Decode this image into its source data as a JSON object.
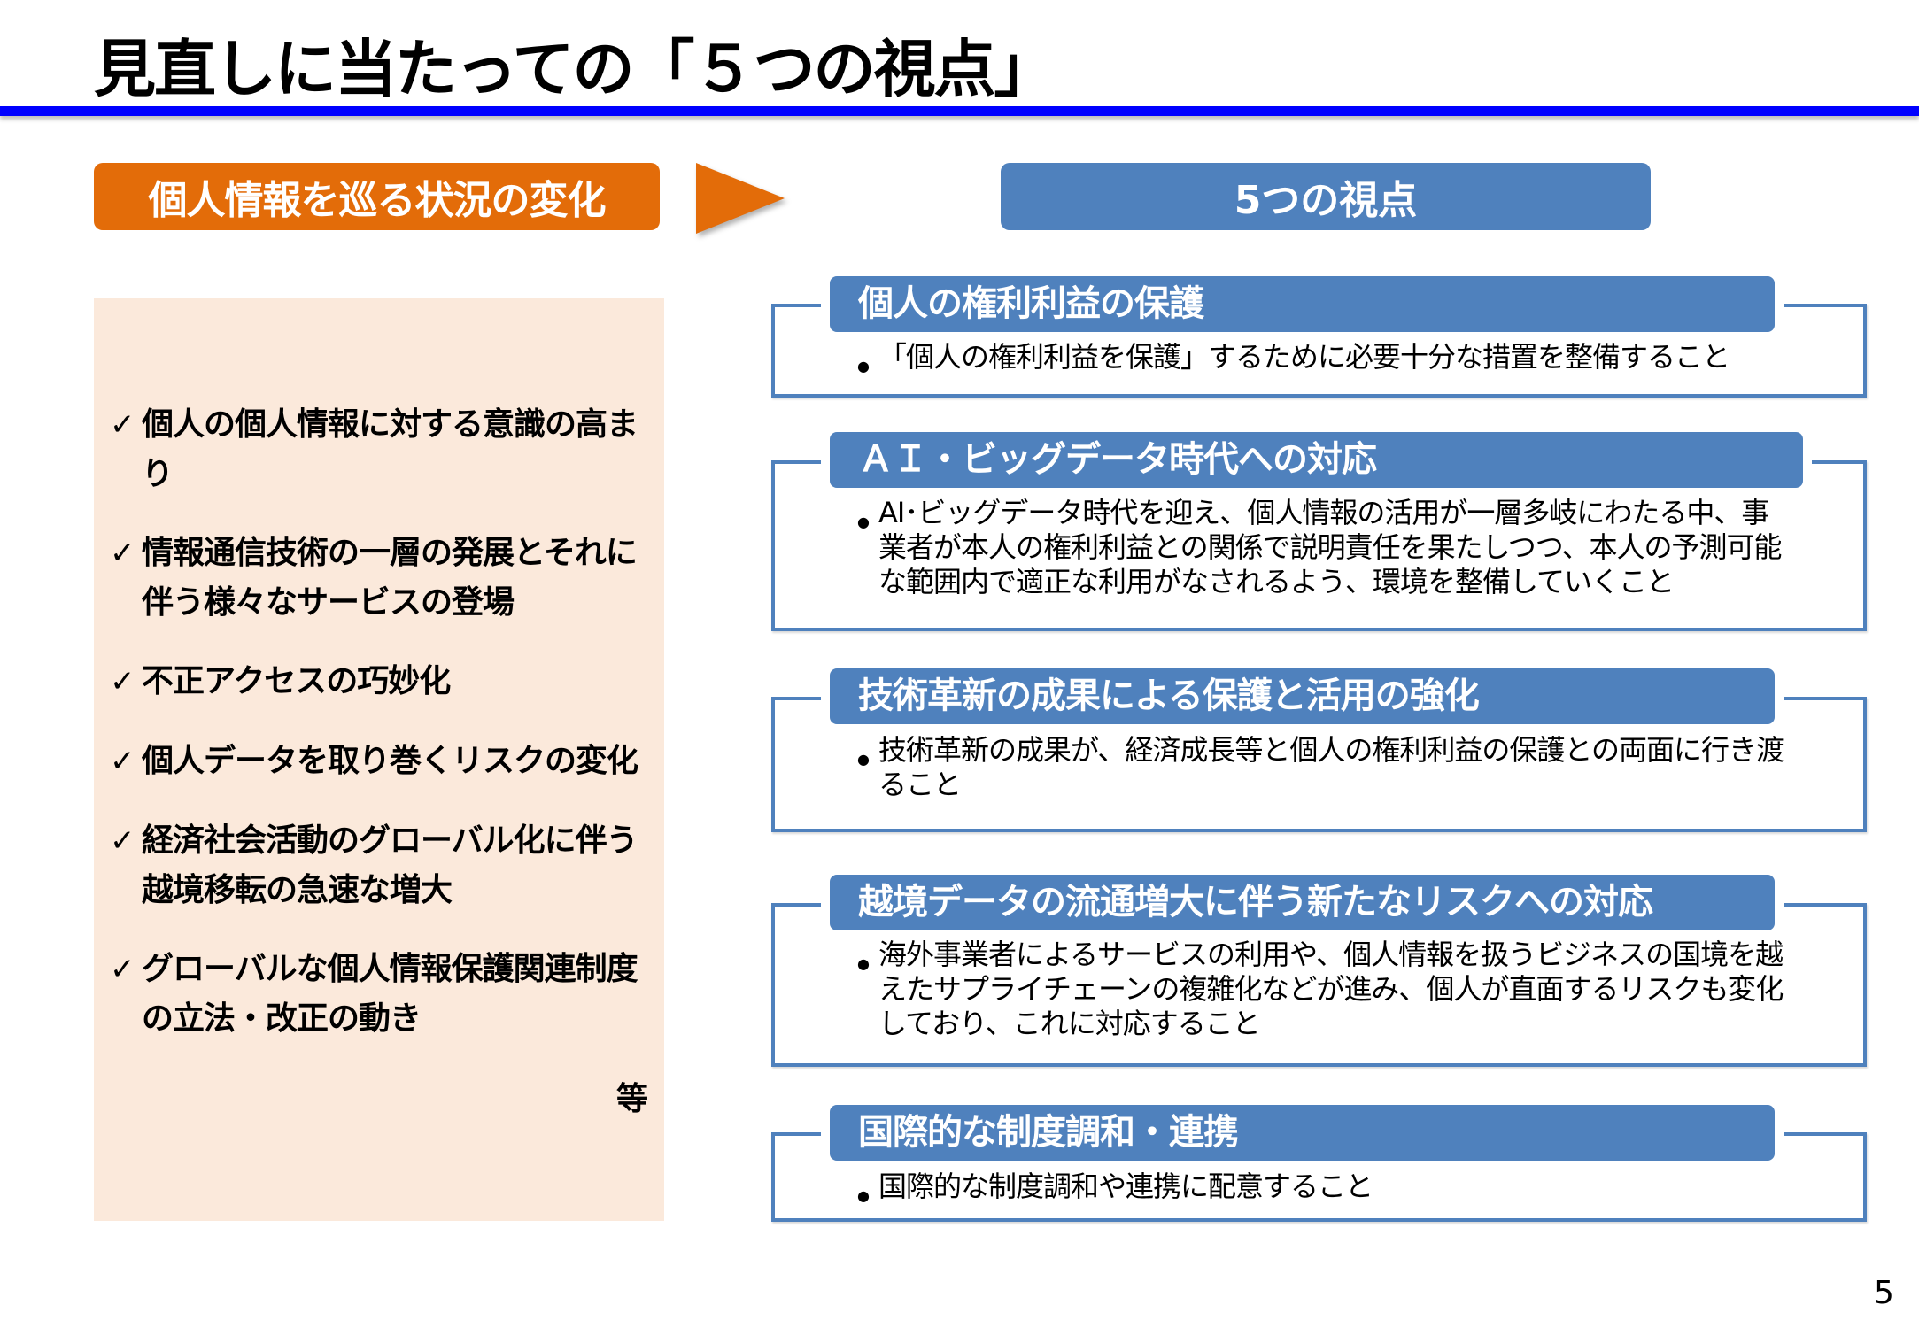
{
  "title": "見直しに当たっての「５つの視点」",
  "left": {
    "heading": "個人情報を巡る状況の変化",
    "check_icon": "✓",
    "items": [
      "個人の個人情報に対する意識の高まり",
      "情報通信技術の一層の発展とそれに伴う様々なサービスの登場",
      "不正アクセスの巧妙化",
      "個人データを取り巻くリスクの変化",
      "経済社会活動のグローバル化に伴う越境移転の急速な増大",
      "グローバルな個人情報保護関連制度の立法・改正の動き"
    ],
    "etc": "等"
  },
  "right": {
    "heading": "5つの視点",
    "bullet": "●",
    "viewpoints": [
      {
        "title": "個人の権利利益の保護",
        "body": "「個人の権利利益を保護」するために必要十分な措置を整備すること"
      },
      {
        "title": "ＡＩ・ビッグデータ時代への対応",
        "body": "AI･ビッグデータ時代を迎え、個人情報の活用が一層多岐にわたる中、事業者が本人の権利利益との関係で説明責任を果たしつつ、本人の予測可能な範囲内で適正な利用がなされるよう、環境を整備していくこと"
      },
      {
        "title": "技術革新の成果による保護と活用の強化",
        "body": "技術革新の成果が、経済成長等と個人の権利利益の保護との両面に行き渡ること"
      },
      {
        "title": "越境データの流通増大に伴う新たなリスクへの対応",
        "body": "海外事業者によるサービスの利用や、個人情報を扱うビジネスの国境を越えたサプライチェーンの複雑化などが進み、個人が直面するリスクも変化しており、これに対応すること"
      },
      {
        "title": "国際的な制度調和・連携",
        "body": "国際的な制度調和や連携に配意すること"
      }
    ]
  },
  "page_number": "5",
  "colors": {
    "orange": "#e36c09",
    "blue": "#4f81bd",
    "rule": "#0000ff",
    "panel": "#fbe9db"
  }
}
